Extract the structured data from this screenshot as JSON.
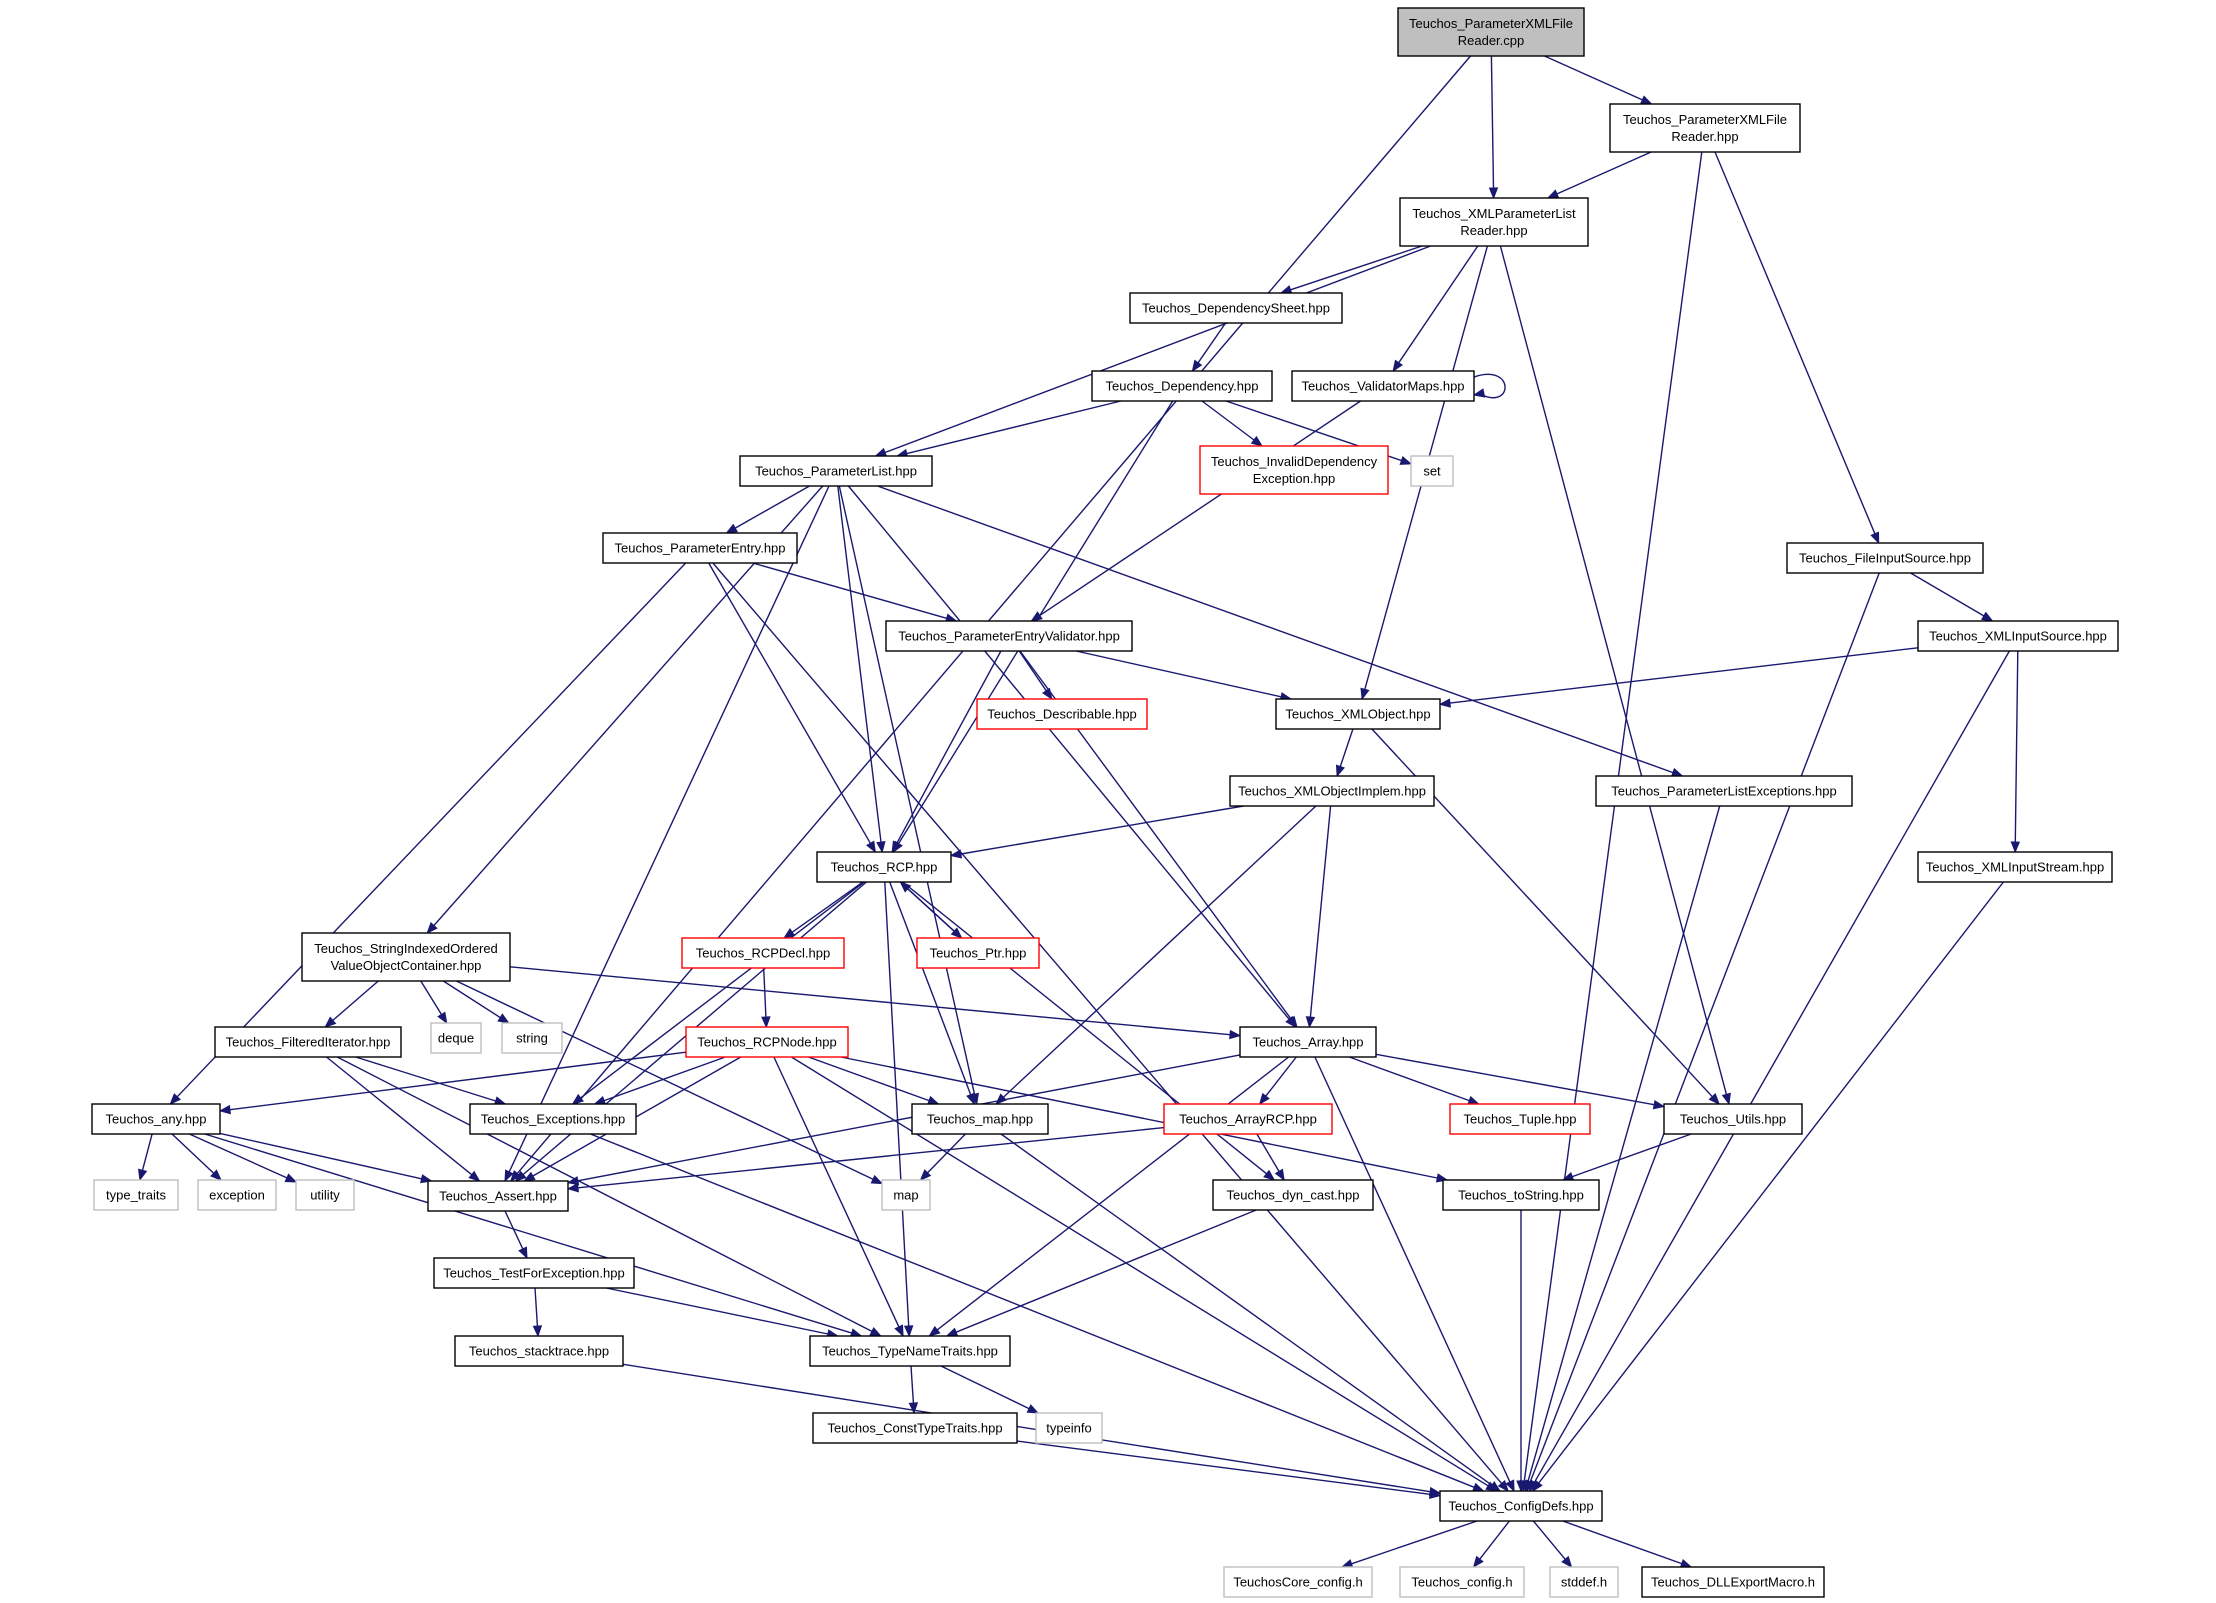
{
  "colors": {
    "edge": "#191970",
    "root_fill": "#bfbfbf",
    "border_normal": "#000000",
    "border_truncated": "#ff0000",
    "border_system": "#bfbfbf",
    "fill_normal": "#ffffff"
  },
  "nodes": [
    {
      "id": "root",
      "lines": [
        "Teuchos_ParameterXMLFile",
        "Reader.cpp"
      ],
      "kind": "root"
    },
    {
      "id": "pxfr_hpp",
      "lines": [
        "Teuchos_ParameterXMLFile",
        "Reader.hpp"
      ],
      "kind": "normal"
    },
    {
      "id": "xplr",
      "lines": [
        "Teuchos_XMLParameterList",
        "Reader.hpp"
      ],
      "kind": "normal"
    },
    {
      "id": "depsheet",
      "lines": [
        "Teuchos_DependencySheet.hpp"
      ],
      "kind": "normal"
    },
    {
      "id": "dependency",
      "lines": [
        "Teuchos_Dependency.hpp"
      ],
      "kind": "normal"
    },
    {
      "id": "validatormaps",
      "lines": [
        "Teuchos_ValidatorMaps.hpp"
      ],
      "kind": "normal"
    },
    {
      "id": "invaliddep",
      "lines": [
        "Teuchos_InvalidDependency",
        "Exception.hpp"
      ],
      "kind": "truncated"
    },
    {
      "id": "set",
      "lines": [
        "set"
      ],
      "kind": "system"
    },
    {
      "id": "paramlist",
      "lines": [
        "Teuchos_ParameterList.hpp"
      ],
      "kind": "normal"
    },
    {
      "id": "paramentry",
      "lines": [
        "Teuchos_ParameterEntry.hpp"
      ],
      "kind": "normal"
    },
    {
      "id": "pev",
      "lines": [
        "Teuchos_ParameterEntryValidator.hpp"
      ],
      "kind": "normal"
    },
    {
      "id": "describable",
      "lines": [
        "Teuchos_Describable.hpp"
      ],
      "kind": "truncated"
    },
    {
      "id": "xmlobject",
      "lines": [
        "Teuchos_XMLObject.hpp"
      ],
      "kind": "normal"
    },
    {
      "id": "fileinput",
      "lines": [
        "Teuchos_FileInputSource.hpp"
      ],
      "kind": "normal"
    },
    {
      "id": "xmlinput",
      "lines": [
        "Teuchos_XMLInputSource.hpp"
      ],
      "kind": "normal"
    },
    {
      "id": "xmlobjimpl",
      "lines": [
        "Teuchos_XMLObjectImplem.hpp"
      ],
      "kind": "normal"
    },
    {
      "id": "plexc",
      "lines": [
        "Teuchos_ParameterListExceptions.hpp"
      ],
      "kind": "normal"
    },
    {
      "id": "xmlinstream",
      "lines": [
        "Teuchos_XMLInputStream.hpp"
      ],
      "kind": "normal"
    },
    {
      "id": "rcp",
      "lines": [
        "Teuchos_RCP.hpp"
      ],
      "kind": "normal"
    },
    {
      "id": "sivoc",
      "lines": [
        "Teuchos_StringIndexedOrdered",
        "ValueObjectContainer.hpp"
      ],
      "kind": "normal"
    },
    {
      "id": "rcpdecl",
      "lines": [
        "Teuchos_RCPDecl.hpp"
      ],
      "kind": "truncated"
    },
    {
      "id": "ptr",
      "lines": [
        "Teuchos_Ptr.hpp"
      ],
      "kind": "truncated"
    },
    {
      "id": "deque",
      "lines": [
        "deque"
      ],
      "kind": "system"
    },
    {
      "id": "string",
      "lines": [
        "string"
      ],
      "kind": "system"
    },
    {
      "id": "filtered",
      "lines": [
        "Teuchos_FilteredIterator.hpp"
      ],
      "kind": "normal"
    },
    {
      "id": "rcpnode",
      "lines": [
        "Teuchos_RCPNode.hpp"
      ],
      "kind": "truncated"
    },
    {
      "id": "array",
      "lines": [
        "Teuchos_Array.hpp"
      ],
      "kind": "normal"
    },
    {
      "id": "any",
      "lines": [
        "Teuchos_any.hpp"
      ],
      "kind": "normal"
    },
    {
      "id": "exceptions",
      "lines": [
        "Teuchos_Exceptions.hpp"
      ],
      "kind": "normal"
    },
    {
      "id": "maphpp",
      "lines": [
        "Teuchos_map.hpp"
      ],
      "kind": "normal"
    },
    {
      "id": "arrayrcp",
      "lines": [
        "Teuchos_ArrayRCP.hpp"
      ],
      "kind": "truncated"
    },
    {
      "id": "tuple",
      "lines": [
        "Teuchos_Tuple.hpp"
      ],
      "kind": "truncated"
    },
    {
      "id": "utils",
      "lines": [
        "Teuchos_Utils.hpp"
      ],
      "kind": "normal"
    },
    {
      "id": "type_traits",
      "lines": [
        "type_traits"
      ],
      "kind": "system"
    },
    {
      "id": "exception",
      "lines": [
        "exception"
      ],
      "kind": "system"
    },
    {
      "id": "utility",
      "lines": [
        "utility"
      ],
      "kind": "system"
    },
    {
      "id": "assert",
      "lines": [
        "Teuchos_Assert.hpp"
      ],
      "kind": "normal"
    },
    {
      "id": "map",
      "lines": [
        "map"
      ],
      "kind": "system"
    },
    {
      "id": "dyncast",
      "lines": [
        "Teuchos_dyn_cast.hpp"
      ],
      "kind": "normal"
    },
    {
      "id": "tostring",
      "lines": [
        "Teuchos_toString.hpp"
      ],
      "kind": "normal"
    },
    {
      "id": "testforexc",
      "lines": [
        "Teuchos_TestForException.hpp"
      ],
      "kind": "normal"
    },
    {
      "id": "stacktrace",
      "lines": [
        "Teuchos_stacktrace.hpp"
      ],
      "kind": "normal"
    },
    {
      "id": "typenametraits",
      "lines": [
        "Teuchos_TypeNameTraits.hpp"
      ],
      "kind": "normal"
    },
    {
      "id": "consttypetraits",
      "lines": [
        "Teuchos_ConstTypeTraits.hpp"
      ],
      "kind": "normal"
    },
    {
      "id": "typeinfo",
      "lines": [
        "typeinfo"
      ],
      "kind": "system"
    },
    {
      "id": "configdefs",
      "lines": [
        "Teuchos_ConfigDefs.hpp"
      ],
      "kind": "normal"
    },
    {
      "id": "teuchoscoreconfig",
      "lines": [
        "TeuchosCore_config.h"
      ],
      "kind": "system"
    },
    {
      "id": "teuchosconfig",
      "lines": [
        "Teuchos_config.h"
      ],
      "kind": "system"
    },
    {
      "id": "stddef",
      "lines": [
        "stddef.h"
      ],
      "kind": "system"
    },
    {
      "id": "dllexport",
      "lines": [
        "Teuchos_DLLExportMacro.h"
      ],
      "kind": "normal"
    }
  ],
  "edges": [
    [
      "root",
      "pxfr_hpp"
    ],
    [
      "root",
      "xplr"
    ],
    [
      "root",
      "assert"
    ],
    [
      "pxfr_hpp",
      "xplr"
    ],
    [
      "pxfr_hpp",
      "fileinput"
    ],
    [
      "pxfr_hpp",
      "configdefs"
    ],
    [
      "xplr",
      "depsheet"
    ],
    [
      "xplr",
      "paramlist"
    ],
    [
      "xplr",
      "validatormaps"
    ],
    [
      "xplr",
      "xmlobject"
    ],
    [
      "xplr",
      "utils"
    ],
    [
      "depsheet",
      "dependency"
    ],
    [
      "validatormaps",
      "validatormaps"
    ],
    [
      "validatormaps",
      "pev"
    ],
    [
      "dependency",
      "paramlist"
    ],
    [
      "dependency",
      "invaliddep"
    ],
    [
      "dependency",
      "set"
    ],
    [
      "dependency",
      "rcp"
    ],
    [
      "paramlist",
      "paramentry"
    ],
    [
      "paramlist",
      "rcp"
    ],
    [
      "paramlist",
      "array"
    ],
    [
      "paramlist",
      "plexc"
    ],
    [
      "paramlist",
      "sivoc"
    ],
    [
      "paramlist",
      "assert"
    ],
    [
      "paramlist",
      "maphpp"
    ],
    [
      "paramentry",
      "pev"
    ],
    [
      "paramentry",
      "rcp"
    ],
    [
      "paramentry",
      "any"
    ],
    [
      "paramentry",
      "configdefs"
    ],
    [
      "pev",
      "describable"
    ],
    [
      "pev",
      "xmlobject"
    ],
    [
      "pev",
      "rcp"
    ],
    [
      "pev",
      "array"
    ],
    [
      "xmlobject",
      "xmlobjimpl"
    ],
    [
      "xmlobject",
      "utils"
    ],
    [
      "fileinput",
      "xmlinput"
    ],
    [
      "fileinput",
      "configdefs"
    ],
    [
      "xmlinput",
      "xmlobject"
    ],
    [
      "xmlinput",
      "xmlinstream"
    ],
    [
      "xmlinput",
      "configdefs"
    ],
    [
      "xmlobjimpl",
      "rcp"
    ],
    [
      "xmlobjimpl",
      "array"
    ],
    [
      "xmlobjimpl",
      "maphpp"
    ],
    [
      "plexc",
      "configdefs"
    ],
    [
      "xmlinstream",
      "configdefs"
    ],
    [
      "rcp",
      "rcpdecl"
    ],
    [
      "rcp",
      "ptr"
    ],
    [
      "rcp",
      "exceptions"
    ],
    [
      "rcp",
      "maphpp"
    ],
    [
      "rcp",
      "dyncast"
    ],
    [
      "rcp",
      "assert"
    ],
    [
      "rcp",
      "typenametraits"
    ],
    [
      "ptr",
      "rcp"
    ],
    [
      "rcpdecl",
      "rcpnode"
    ],
    [
      "sivoc",
      "filtered"
    ],
    [
      "sivoc",
      "deque"
    ],
    [
      "sivoc",
      "string"
    ],
    [
      "sivoc",
      "array"
    ],
    [
      "sivoc",
      "map"
    ],
    [
      "filtered",
      "exceptions"
    ],
    [
      "filtered",
      "assert"
    ],
    [
      "filtered",
      "typenametraits"
    ],
    [
      "rcpnode",
      "any"
    ],
    [
      "rcpnode",
      "exceptions"
    ],
    [
      "rcpnode",
      "maphpp"
    ],
    [
      "rcpnode",
      "assert"
    ],
    [
      "rcpnode",
      "typenametraits"
    ],
    [
      "rcpnode",
      "tostring"
    ],
    [
      "rcpnode",
      "configdefs"
    ],
    [
      "array",
      "arrayrcp"
    ],
    [
      "array",
      "tuple"
    ],
    [
      "array",
      "utils"
    ],
    [
      "array",
      "assert"
    ],
    [
      "array",
      "typenametraits"
    ],
    [
      "array",
      "configdefs"
    ],
    [
      "any",
      "type_traits"
    ],
    [
      "any",
      "exception"
    ],
    [
      "any",
      "utility"
    ],
    [
      "any",
      "assert"
    ],
    [
      "any",
      "typenametraits"
    ],
    [
      "exceptions",
      "configdefs"
    ],
    [
      "maphpp",
      "map"
    ],
    [
      "maphpp",
      "configdefs"
    ],
    [
      "arrayrcp",
      "dyncast"
    ],
    [
      "arrayrcp",
      "assert"
    ],
    [
      "utils",
      "tostring"
    ],
    [
      "assert",
      "testforexc"
    ],
    [
      "testforexc",
      "stacktrace"
    ],
    [
      "testforexc",
      "typenametraits"
    ],
    [
      "stacktrace",
      "configdefs"
    ],
    [
      "dyncast",
      "typenametraits"
    ],
    [
      "tostring",
      "configdefs"
    ],
    [
      "typenametraits",
      "consttypetraits"
    ],
    [
      "typenametraits",
      "typeinfo"
    ],
    [
      "consttypetraits",
      "configdefs"
    ],
    [
      "configdefs",
      "teuchoscoreconfig"
    ],
    [
      "configdefs",
      "teuchosconfig"
    ],
    [
      "configdefs",
      "stddef"
    ],
    [
      "configdefs",
      "dllexport"
    ]
  ]
}
